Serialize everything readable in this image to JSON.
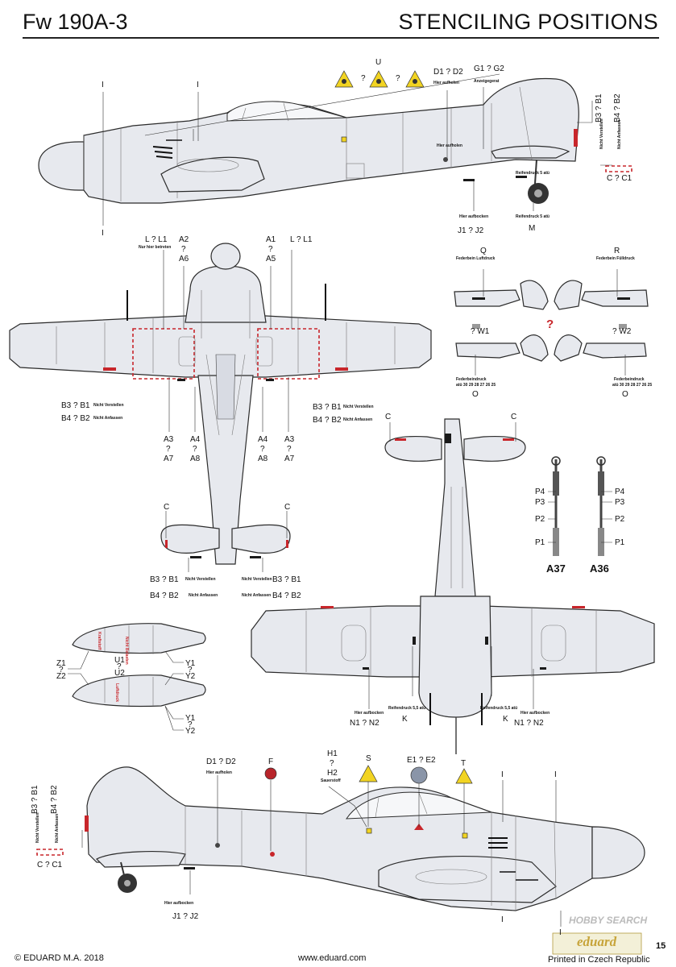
{
  "header": {
    "title_left": "Fw 190A-3",
    "title_right": "STENCILING POSITIONS"
  },
  "side_top": {
    "I_marks": [
      "I",
      "I",
      "I"
    ],
    "U": "U",
    "D": "D1 ? D2",
    "G": "G1 ? G2",
    "hier_aufholen": "Hier aufholen",
    "anzeigegerat": "Anzeigegerat",
    "B_vert_1": "B3 ? B1",
    "B_vert_2": "B4 ? B2",
    "nicht_verstellen": "Nicht Verstellen",
    "nicht_anfassen": "Nicht Anfassen",
    "C": "C ? C1",
    "reifendruck_small": "Reifendruck 5 atü",
    "hier_aufbocken": "Hier aufbocken",
    "J": "J1 ? J2",
    "reifendruck": "Reifendruck 5 atü",
    "M": "M",
    "hier_aufholen_small": "Hier aufholen",
    "q_marks": [
      "?",
      "?"
    ]
  },
  "underside_wing": {
    "L_left": "L ? L1",
    "L_right": "L ? L1",
    "nur_hier_betreten": "Nur hier betreten",
    "A2": "A2",
    "q1": "?",
    "A6": "A6",
    "A1": "A1",
    "q2": "?",
    "A5": "A5",
    "B_left_1": "B3 ? B1",
    "B_left_2": "B4 ? B2",
    "B_right_1": "B3 ? B1",
    "B_right_2": "B4 ? B2",
    "nicht_verstellen": "Nicht Verstellen",
    "nicht_anfassen": "Nicht Anfassen",
    "A3_l": "A3",
    "A7_l": "A7",
    "A4_l": "A4",
    "A8_l": "A8",
    "A3_r": "A3",
    "A7_r": "A7",
    "A4_r": "A4",
    "A8_r": "A8",
    "q_small": "?",
    "C_left": "C",
    "C_right": "C",
    "tail_B_left_1": "B3 ? B1",
    "tail_B_left_2": "B4 ? B2",
    "tail_B_right_1": "B3 ? B1",
    "tail_B_right_2": "B4 ? B2"
  },
  "flaps": {
    "Q": "Q",
    "R": "R",
    "federbein_top_left": "Federbein Luftdruck",
    "federbein_top_right": "Federbein Fülldruck",
    "W1": "? W1",
    "W2": "? W2",
    "q_red": "?",
    "federbeindruck": "Federbeindruck",
    "atu_row": "atü 30 29 28 27 26 25",
    "O_left": "O",
    "O_right": "O"
  },
  "upper_view": {
    "C_left": "C",
    "C_right": "C",
    "hier_aufbocken": "Hier aufbocken",
    "reifendruck": "Reifendruck 5,5 atü",
    "N_left": "N1 ? N2",
    "N_right": "N1 ? N2",
    "K_left": "K",
    "K_right": "K"
  },
  "struts": {
    "P4": "P4",
    "P3": "P3",
    "P2": "P2",
    "P1": "P1",
    "A37": "A37",
    "A36": "A36"
  },
  "drop_tank": {
    "Z1": "Z1",
    "q": "?",
    "Z2": "Z2",
    "U1": "U1",
    "U2": "U2",
    "Y1": "Y1",
    "Y2": "Y2",
    "Y1b": "Y1",
    "Y2b": "Y2",
    "tank_text_1": "Nicht Belasten",
    "tank_text_2": "Kraftstoff",
    "tank_text_3": "Luftdruck"
  },
  "side_bottom": {
    "D": "D1 ? D2",
    "hier_aufholen": "Hier aufholen",
    "F": "F",
    "H1": "H1",
    "q": "?",
    "H2": "H2",
    "sauerstoff": "Sauerstoff",
    "S": "S",
    "E": "E1 ? E2",
    "T": "T",
    "I_marks": [
      "I",
      "I",
      "I",
      "I"
    ],
    "B_vert_1": "B3 ? B1",
    "B_vert_2": "B4 ? B2",
    "nicht_verstellen": "Nicht Verstellen",
    "nicht_anfassen": "Nicht Anfassen",
    "C": "C ? C1",
    "hier_aufbocken": "Hier aufbocken",
    "J": "J1 ? J2"
  },
  "footer": {
    "copyright": "© EDUARD M.A. 2018",
    "url": "www.eduard.com",
    "printed": "Printed in Czech Republic",
    "page": "15",
    "brand": "eduard",
    "watermark": "HOBBY SEARCH"
  },
  "colors": {
    "aircraft": "#e7e9ee",
    "outline": "#2b2b2b",
    "red": "#c8262b",
    "yellow": "#f2d422"
  }
}
